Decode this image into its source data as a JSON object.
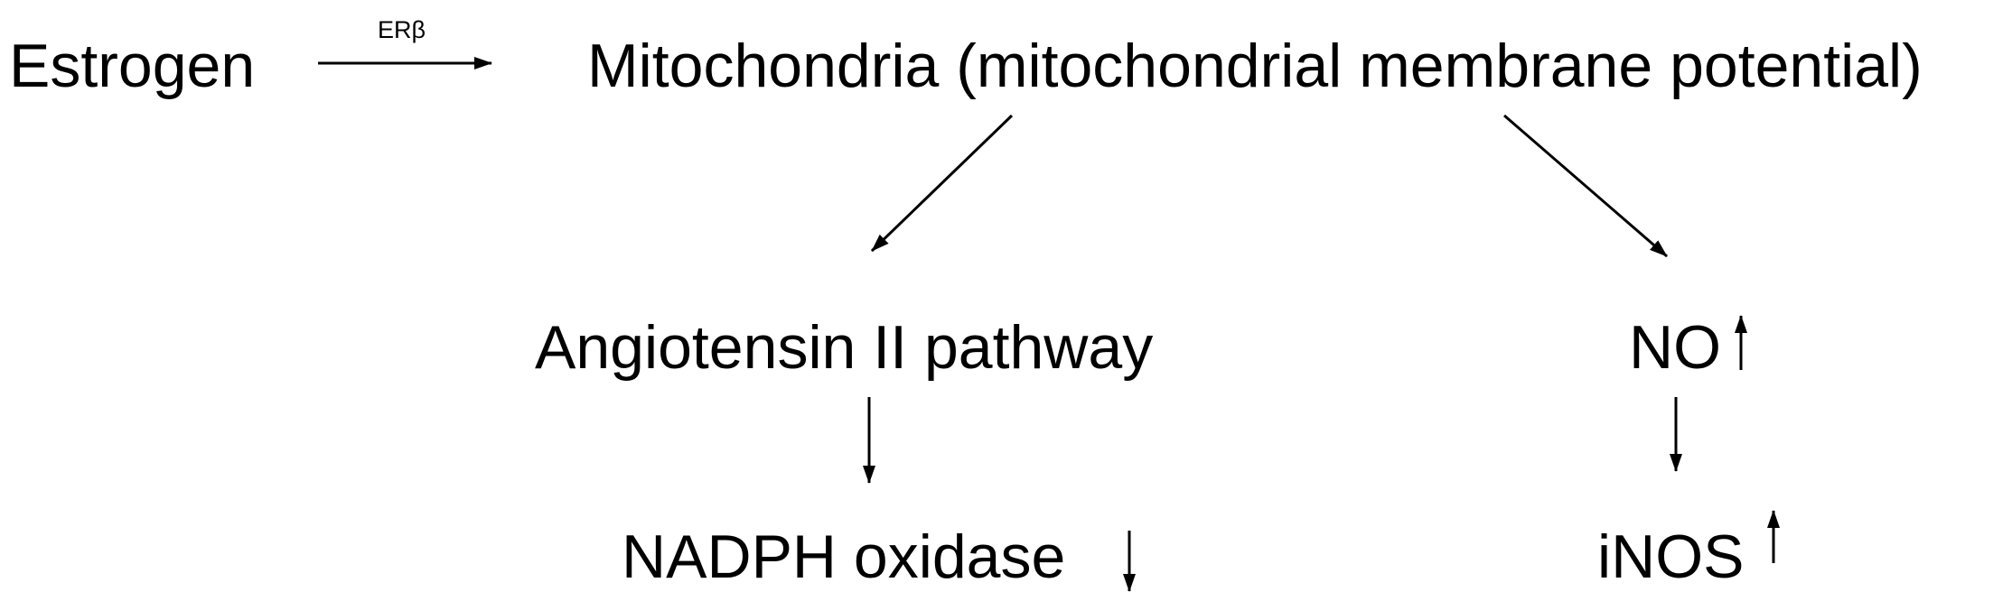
{
  "nodes": {
    "estrogen": "Estrogen",
    "mitochondria": "Mitochondria (mitochondrial membrane potential)",
    "angiotensin": "Angiotensin II pathway",
    "nadph": "NADPH oxidase",
    "no": "NO",
    "inos": "iNOS"
  },
  "edges": {
    "estrogen_to_mitochondria_label": "ERβ"
  },
  "indicators": {
    "nadph": "decrease",
    "no": "increase",
    "inos": "increase"
  },
  "colors": {
    "ink": "#000000",
    "background": "#ffffff"
  }
}
